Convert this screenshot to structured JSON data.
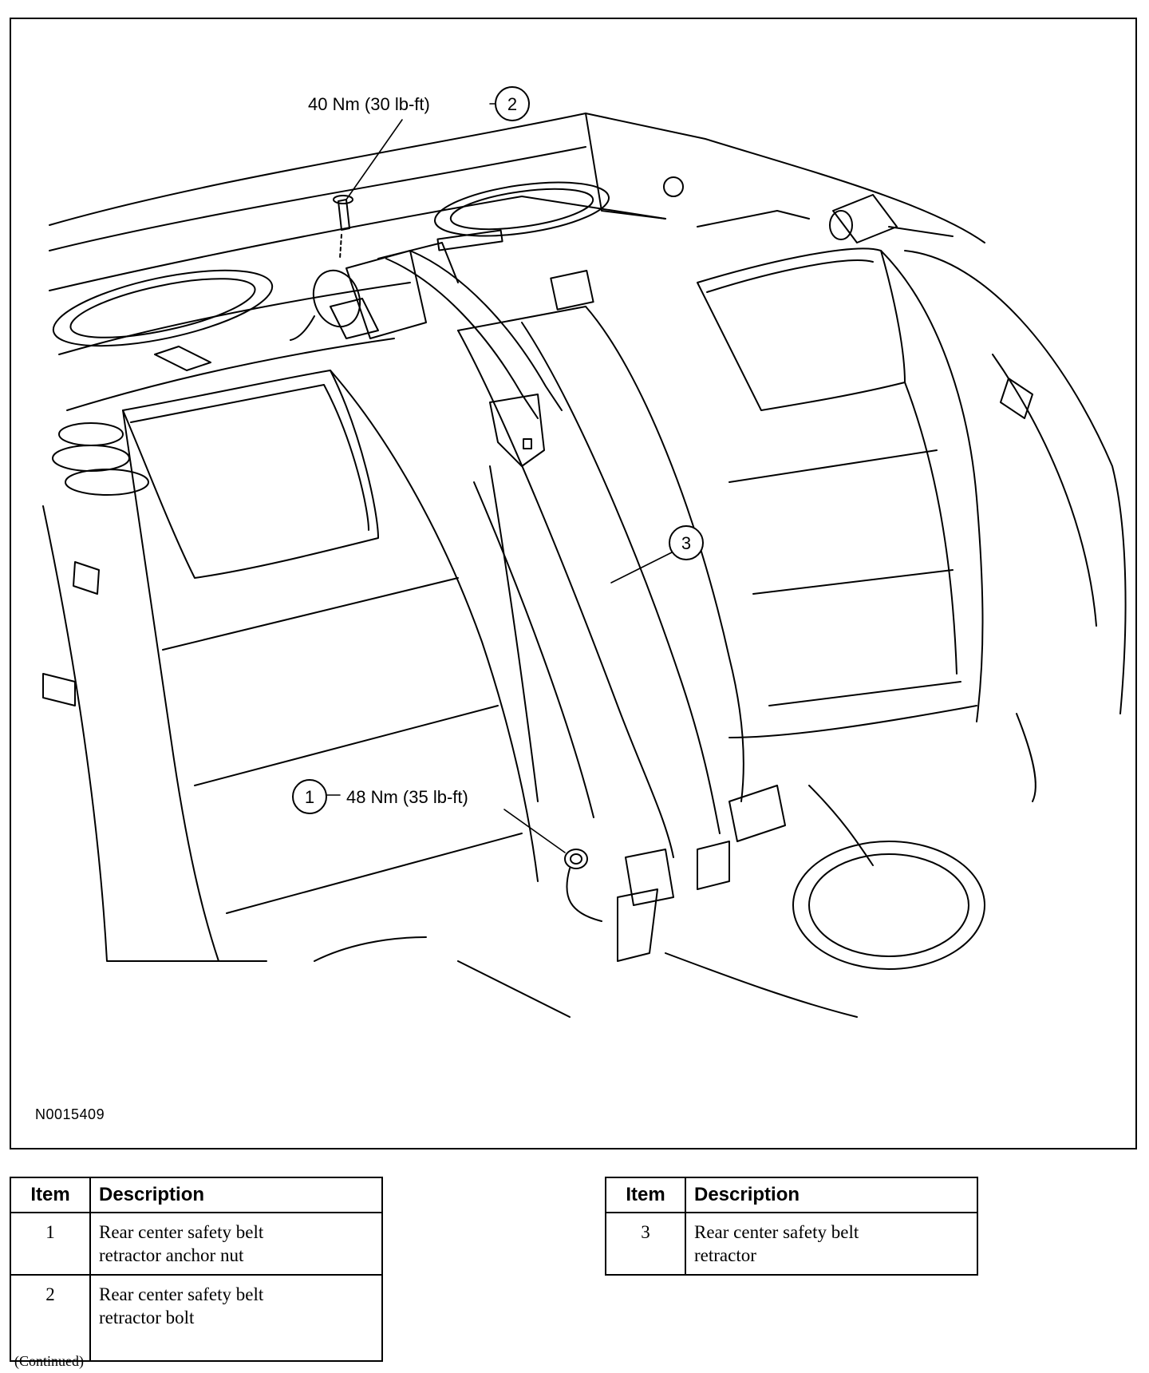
{
  "figure": {
    "id": "N0015409",
    "callouts": [
      {
        "number": "1",
        "torque": "48 Nm (35 lb-ft)"
      },
      {
        "number": "2",
        "torque": "40 Nm (30 lb-ft)"
      },
      {
        "number": "3",
        "torque": ""
      }
    ]
  },
  "legend_left": {
    "headers": {
      "item": "Item",
      "description": "Description"
    },
    "rows": [
      {
        "item": "1",
        "description_lines": [
          "Rear center safety belt",
          "retractor anchor nut"
        ]
      },
      {
        "item": "2",
        "description_lines": [
          "Rear center safety belt",
          "retractor bolt"
        ]
      }
    ]
  },
  "legend_right": {
    "headers": {
      "item": "Item",
      "description": "Description"
    },
    "rows": [
      {
        "item": "3",
        "description_lines": [
          "Rear center safety belt",
          "retractor"
        ]
      }
    ]
  },
  "footer": {
    "continued": "(Continued)"
  }
}
